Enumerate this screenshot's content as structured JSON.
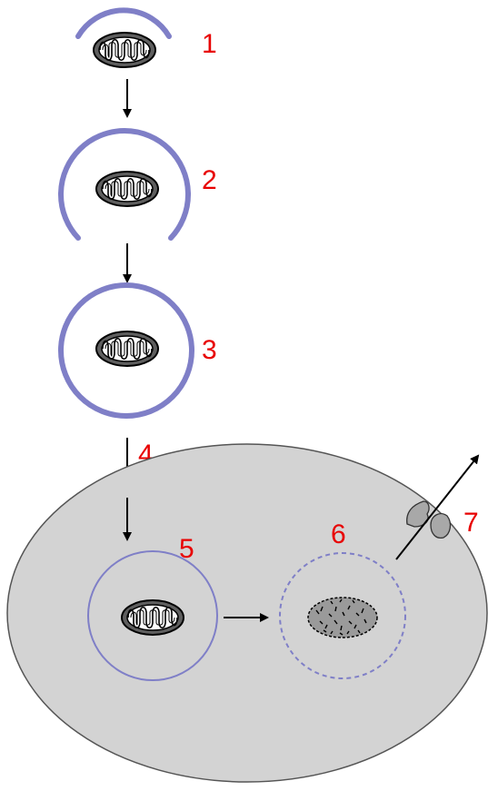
{
  "colors": {
    "membrane": "#7f7fc7",
    "label": "#e80000",
    "arrow": "#000000",
    "cell_fill": "#d3d3d3",
    "mito_fill": "#5f5f5f",
    "background": "#ffffff"
  },
  "step_labels": [
    "1",
    "2",
    "3",
    "4",
    "5",
    "6",
    "7"
  ]
}
